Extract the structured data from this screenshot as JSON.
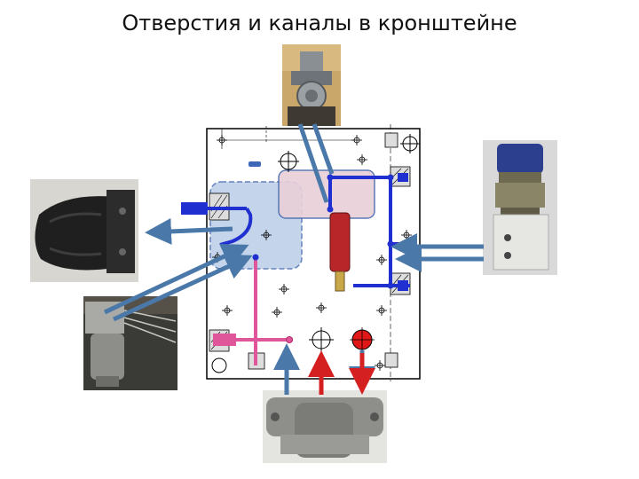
{
  "slide": {
    "title": "Отверстия и каналы в кронштейне"
  },
  "colors": {
    "channel_blue": "#1f2fd0",
    "channel_pink": "#e0569a",
    "channel_red": "#e01818",
    "arrow_steel": "#4a78a8",
    "zone_blue": "#b9cde8",
    "zone_pink": "#e9cfd8"
  },
  "photos": [
    {
      "name": "top-valve-photo",
      "depicts": "valve-head"
    },
    {
      "name": "left-regulator-photo",
      "depicts": "black-boot-cylinder"
    },
    {
      "name": "right-valve-photo",
      "depicts": "blue-cap-valve"
    },
    {
      "name": "bottom-left-photo",
      "depicts": "small-cylinder"
    },
    {
      "name": "bottom-center-photo",
      "depicts": "valve-body"
    }
  ]
}
